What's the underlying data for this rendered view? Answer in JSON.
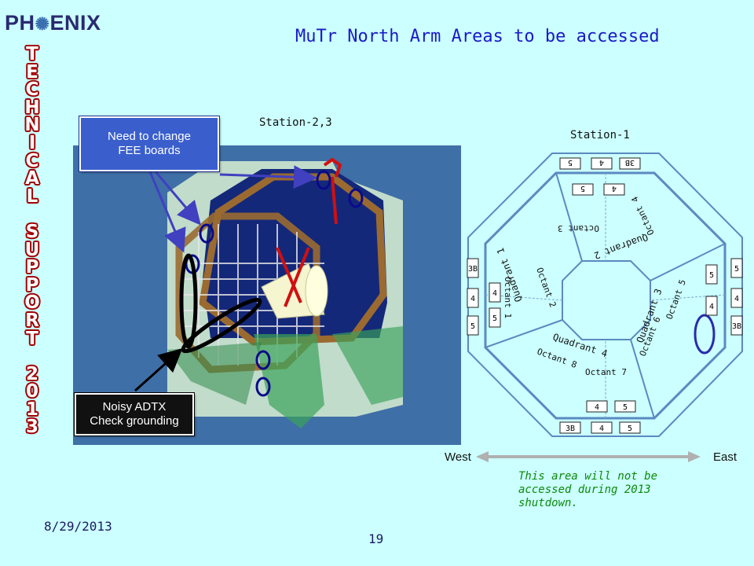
{
  "logo": {
    "left": "PH",
    "right": "ENIX"
  },
  "vertical_text": [
    "T",
    "E",
    "C",
    "H",
    "N",
    "I",
    "C",
    "A",
    "L",
    "",
    "S",
    "U",
    "P",
    "P",
    "O",
    "R",
    "T",
    "",
    "2",
    "0",
    "1",
    "3"
  ],
  "title": "MuTr North Arm Areas to be accessed",
  "labels": {
    "station23": "Station-2,3",
    "station1": "Station-1",
    "west": "West",
    "east": "East"
  },
  "callouts": {
    "fee": [
      "Need to change",
      "FEE boards"
    ],
    "adtx": [
      "Noisy ADTX",
      "Check grounding"
    ]
  },
  "note": [
    "This area will not be",
    "accessed during 2013",
    "shutdown."
  ],
  "footer": {
    "date": "8/29/2013",
    "page": "19"
  },
  "diagram": {
    "quadrants": [
      "Quadrant 1",
      "Quadrant 2",
      "Quadrant 3",
      "Quadrant 4"
    ],
    "octants": [
      "Octant 1",
      "Octant 2",
      "Octant 3",
      "Octant 4",
      "Octant 5",
      "Octant 6",
      "Octant 7",
      "Octant 8"
    ],
    "top_row": [
      "5",
      "4",
      "3B"
    ],
    "bottom_row": [
      "3B",
      "4",
      "5"
    ],
    "left_col": [
      "3B",
      "4",
      "5"
    ],
    "right_col": [
      "5",
      "4",
      "3B"
    ],
    "inner_top": [
      "5",
      "4"
    ],
    "inner_bottom": [
      "4",
      "5"
    ],
    "inner_left": [
      "4",
      "5"
    ],
    "inner_right": [
      "5",
      "4"
    ]
  },
  "colors": {
    "background": "#ccffff",
    "title": "#1a1ac8",
    "note": "#0a8a0a",
    "callout": "#3a5fcd",
    "photo_bg": "#3a6aa0"
  }
}
